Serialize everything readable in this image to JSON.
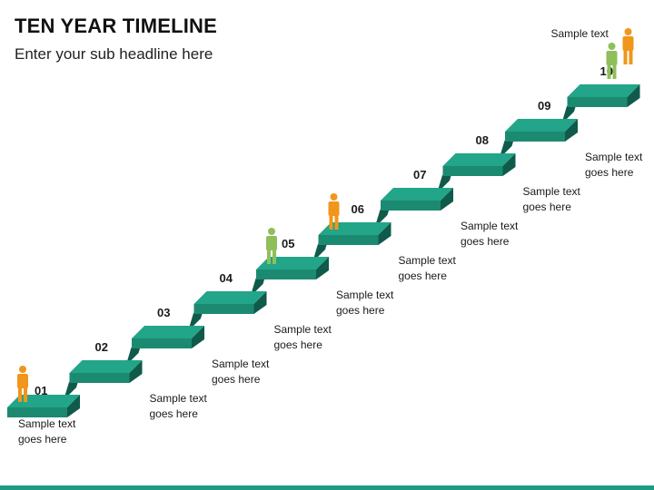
{
  "header": {
    "title": "TEN YEAR TIMELINE",
    "subtitle": "Enter your sub headline here"
  },
  "colors": {
    "top": "#22a589",
    "front": "#1b8a71",
    "riser": "#0f5a4a",
    "orange": "#f0961c",
    "green": "#8fbf5a",
    "bar": "#1f9b84"
  },
  "steps": [
    {
      "number": "01",
      "text": [
        "Sample text",
        "goes here"
      ]
    },
    {
      "number": "02",
      "text": [
        "Sample text",
        "goes here"
      ]
    },
    {
      "number": "03",
      "text": [
        "Sample text",
        "goes here"
      ]
    },
    {
      "number": "04",
      "text": [
        "Sample text",
        "goes here"
      ]
    },
    {
      "number": "05",
      "text": [
        "Sample text",
        "goes here"
      ]
    },
    {
      "number": "06",
      "text": [
        "Sample text",
        "goes here"
      ]
    },
    {
      "number": "07",
      "text": [
        "Sample text",
        "goes here"
      ]
    },
    {
      "number": "08",
      "text": [
        "Sample text",
        "goes here"
      ]
    },
    {
      "number": "09",
      "text": [
        "Sample text",
        "goes here"
      ]
    },
    {
      "number": "10",
      "text": [
        "Sample text"
      ]
    }
  ],
  "figures": [
    {
      "step": "01",
      "color": "orange"
    },
    {
      "step": "05",
      "color": "green"
    },
    {
      "step": "06",
      "color": "orange"
    },
    {
      "step": "10",
      "color": "green"
    },
    {
      "step": "10",
      "color": "orange"
    }
  ]
}
